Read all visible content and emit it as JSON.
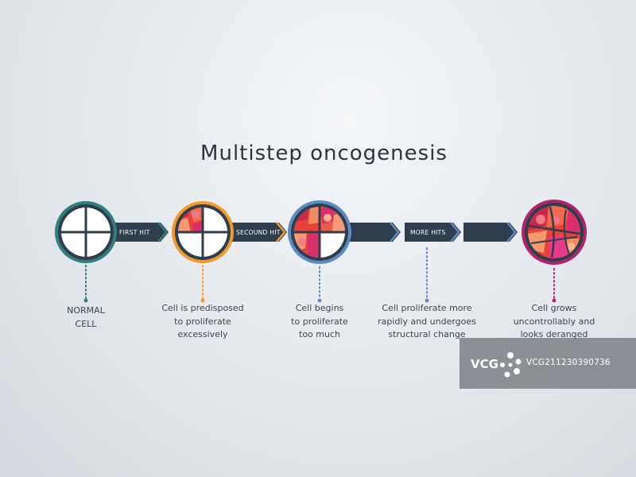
{
  "title": "Multistep oncogenesis",
  "arrows": [
    {
      "label": "FIRST HIT"
    },
    {
      "label": "SECOUND HIT"
    },
    {
      "label": "MORE  HITS"
    }
  ],
  "cells": [
    {
      "lines": [
        "NORMAL",
        "CELL"
      ],
      "ring_color": "#2f7f7e",
      "stem_color": "#2f7f7e"
    },
    {
      "lines": [
        "Cell is predisposed",
        "to proliferate",
        "excessively"
      ],
      "ring_color": "#f19a2a",
      "stem_color": "#f19a2a"
    },
    {
      "lines": [
        "Cell begins",
        "to proliferate",
        "too much"
      ],
      "ring_color": "#5b8ac4",
      "stem_color": "#5b8ac4"
    },
    {
      "lines": [
        "Cell proliferate more",
        "rapidly and undergoes",
        "structural change"
      ],
      "ring_color": "#5b8ac4",
      "stem_color": "#5b8ac4"
    },
    {
      "lines": [
        "Cell grows",
        "uncontrollably and",
        "looks deranged"
      ],
      "ring_color": "#b0246e",
      "stem_color": "#b0246e"
    }
  ],
  "colors": {
    "arrow_fill": "#2f3e4d",
    "teal": "#2f7f7e",
    "orange": "#f19a2a",
    "blue": "#5b8ac4",
    "magenta": "#b0246e"
  },
  "watermark": {
    "brand": "VCG",
    "code": "VCG211230390736"
  }
}
